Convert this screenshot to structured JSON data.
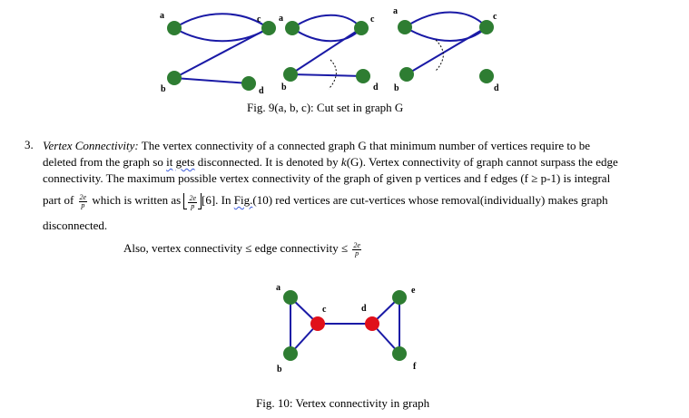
{
  "figure9": {
    "graphs": [
      {
        "labels": {
          "a": "a",
          "b": "b",
          "c": "c",
          "d": "d"
        }
      },
      {
        "labels": {
          "a": "a",
          "b": "b",
          "c": "c",
          "d": "d"
        }
      },
      {
        "labels": {
          "a": "a",
          "b": "b",
          "c": "c",
          "d": "d"
        }
      }
    ],
    "caption": "Fig. 9(a, b, c): Cut set in graph G",
    "colors": {
      "vertex": "#2e7d32",
      "edge": "#1a1aa6"
    }
  },
  "section3": {
    "number": "3.",
    "term": "Vertex Connectivity:",
    "line1_rest": " The vertex connectivity of a connected graph G that minimum number of vertices require to be",
    "line2_a": "deleted from the graph so ",
    "line2_wavy1": "it",
    "line2_b": " ",
    "line2_wavy2": "gets",
    "line2_c": " disconnected. It is denoted by ",
    "k_symbol": "k",
    "line2_d": "(G). Vertex connectivity of graph cannot surpass the edge",
    "line3": "connectivity. The maximum possible vertex connectivity of the graph of given p vertices and f edges (f ≥ p-1) is integral",
    "line4_a": "part of ",
    "frac_num": "2e",
    "frac_den": "p",
    "line4_b": " which is written as ",
    "line4_c": "[6]. In ",
    "line4_wavy": "Fig.",
    "line4_d": "(10) red vertices are cut-vertices whose removal(individually) makes graph",
    "line5": "disconnected.",
    "inequality_a": "Also, vertex connectivity ≤ edge connectivity ≤ "
  },
  "figure10": {
    "labels": {
      "a": "a",
      "b": "b",
      "c": "c",
      "d": "d",
      "e": "e",
      "f": "f"
    },
    "caption": "Fig. 10: Vertex connectivity in graph",
    "colors": {
      "vertex": "#2e7d32",
      "cut_vertex": "#e0101a",
      "edge": "#1a1aa6"
    }
  }
}
